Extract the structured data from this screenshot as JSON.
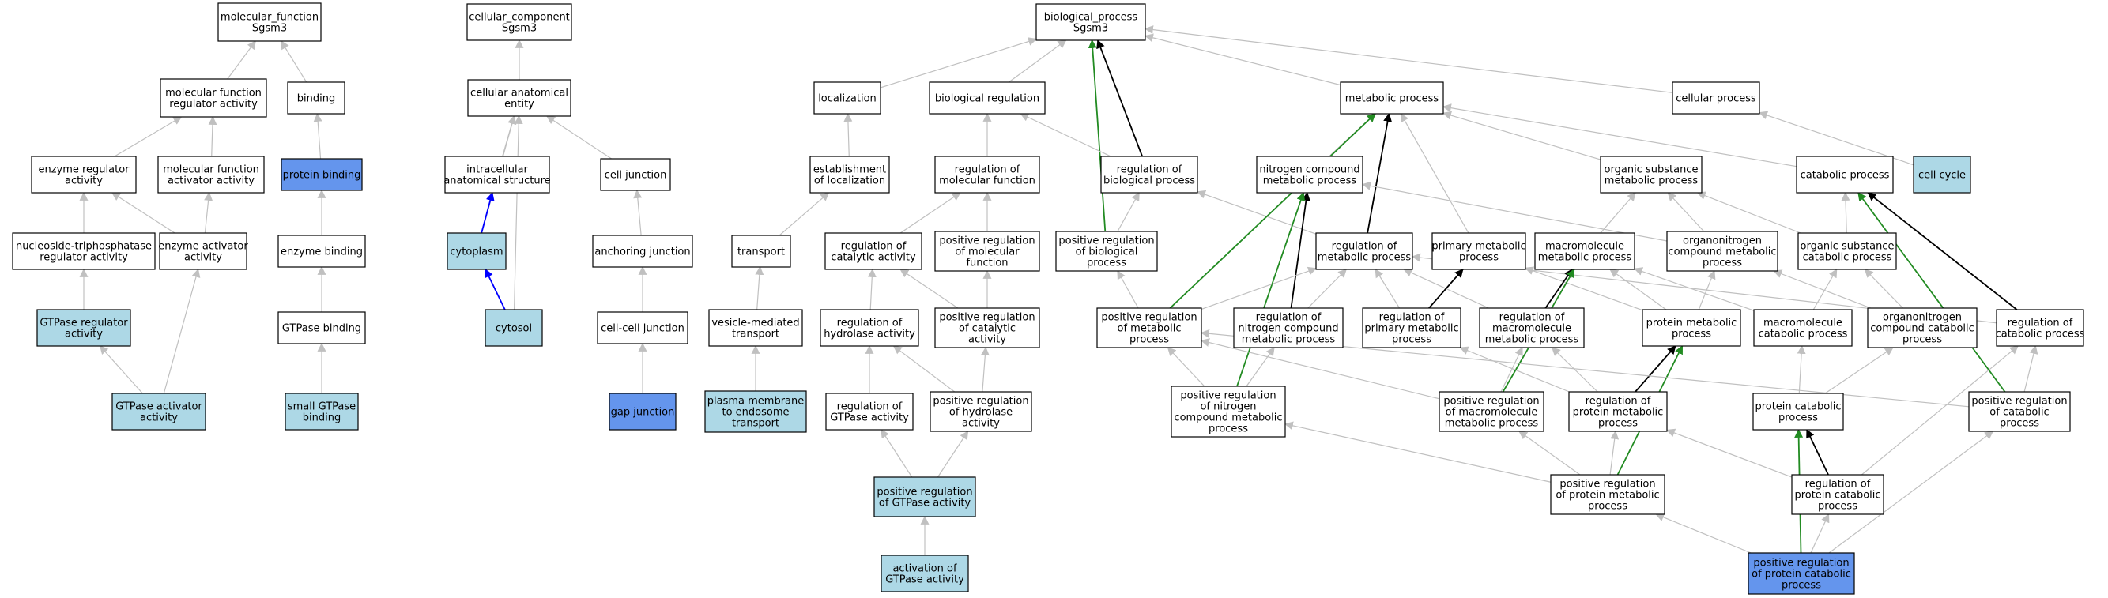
{
  "colors": {
    "white": "#ffffff",
    "light_blue": "#add8e6",
    "medium_blue": "#6495ed",
    "edge_gray": "#c0c0c0",
    "edge_black": "#000000",
    "edge_blue": "#0000ff",
    "edge_green": "#228b22"
  },
  "nodes": [
    {
      "id": "mf",
      "lines": [
        "molecular_function",
        "Sgsm3"
      ],
      "fill": "white"
    },
    {
      "id": "mfra",
      "lines": [
        "molecular function",
        "regulator activity"
      ],
      "fill": "white"
    },
    {
      "id": "binding",
      "lines": [
        "binding"
      ],
      "fill": "white"
    },
    {
      "id": "era",
      "lines": [
        "enzyme regulator",
        "activity"
      ],
      "fill": "white"
    },
    {
      "id": "mfaa",
      "lines": [
        "molecular function",
        "activator activity"
      ],
      "fill": "white"
    },
    {
      "id": "pb",
      "lines": [
        "protein binding"
      ],
      "fill": "medium_blue"
    },
    {
      "id": "ntpra",
      "lines": [
        "nucleoside-triphosphatase",
        "regulator activity"
      ],
      "fill": "white"
    },
    {
      "id": "eaa",
      "lines": [
        "enzyme activator",
        "activity"
      ],
      "fill": "white"
    },
    {
      "id": "eb",
      "lines": [
        "enzyme binding"
      ],
      "fill": "white"
    },
    {
      "id": "gtpra",
      "lines": [
        "GTPase regulator",
        "activity"
      ],
      "fill": "light_blue"
    },
    {
      "id": "gtpb",
      "lines": [
        "GTPase binding"
      ],
      "fill": "white"
    },
    {
      "id": "gtpaa",
      "lines": [
        "GTPase activator",
        "activity"
      ],
      "fill": "light_blue"
    },
    {
      "id": "sgtpb",
      "lines": [
        "small GTPase",
        "binding"
      ],
      "fill": "light_blue"
    },
    {
      "id": "cc",
      "lines": [
        "cellular_component",
        "Sgsm3"
      ],
      "fill": "white"
    },
    {
      "id": "cae",
      "lines": [
        "cellular anatomical",
        "entity"
      ],
      "fill": "white"
    },
    {
      "id": "ias",
      "lines": [
        "intracellular",
        "anatomical structure"
      ],
      "fill": "white"
    },
    {
      "id": "cj",
      "lines": [
        "cell junction"
      ],
      "fill": "white"
    },
    {
      "id": "cyto",
      "lines": [
        "cytoplasm"
      ],
      "fill": "light_blue"
    },
    {
      "id": "aj",
      "lines": [
        "anchoring junction"
      ],
      "fill": "white"
    },
    {
      "id": "cytosol",
      "lines": [
        "cytosol"
      ],
      "fill": "light_blue"
    },
    {
      "id": "ccj",
      "lines": [
        "cell-cell junction"
      ],
      "fill": "white"
    },
    {
      "id": "gj",
      "lines": [
        "gap junction"
      ],
      "fill": "medium_blue"
    },
    {
      "id": "bp",
      "lines": [
        "biological_process",
        "Sgsm3"
      ],
      "fill": "white"
    },
    {
      "id": "loc",
      "lines": [
        "localization"
      ],
      "fill": "white"
    },
    {
      "id": "breg",
      "lines": [
        "biological regulation"
      ],
      "fill": "white"
    },
    {
      "id": "metp",
      "lines": [
        "metabolic process"
      ],
      "fill": "white"
    },
    {
      "id": "cellp",
      "lines": [
        "cellular process"
      ],
      "fill": "white"
    },
    {
      "id": "eol",
      "lines": [
        "establishment",
        "of localization"
      ],
      "fill": "white"
    },
    {
      "id": "rmf",
      "lines": [
        "regulation of",
        "molecular function"
      ],
      "fill": "white"
    },
    {
      "id": "rbp",
      "lines": [
        "regulation of",
        "biological process"
      ],
      "fill": "white"
    },
    {
      "id": "ncmp",
      "lines": [
        "nitrogen compound",
        "metabolic process"
      ],
      "fill": "white"
    },
    {
      "id": "osmp",
      "lines": [
        "organic substance",
        "metabolic process"
      ],
      "fill": "white"
    },
    {
      "id": "catp",
      "lines": [
        "catabolic process"
      ],
      "fill": "white"
    },
    {
      "id": "cc2",
      "lines": [
        "cell cycle"
      ],
      "fill": "light_blue"
    },
    {
      "id": "transport",
      "lines": [
        "transport"
      ],
      "fill": "white"
    },
    {
      "id": "rca",
      "lines": [
        "regulation of",
        "catalytic activity"
      ],
      "fill": "white"
    },
    {
      "id": "prmf",
      "lines": [
        "positive regulation",
        "of molecular",
        "function"
      ],
      "fill": "white"
    },
    {
      "id": "prbp",
      "lines": [
        "positive regulation",
        "of biological",
        "process"
      ],
      "fill": "white"
    },
    {
      "id": "rmetp",
      "lines": [
        "regulation of",
        "metabolic process"
      ],
      "fill": "white"
    },
    {
      "id": "pmp",
      "lines": [
        "primary metabolic",
        "process"
      ],
      "fill": "white"
    },
    {
      "id": "mmp",
      "lines": [
        "macromolecule",
        "metabolic process"
      ],
      "fill": "white"
    },
    {
      "id": "oncmp",
      "lines": [
        "organonitrogen",
        "compound metabolic",
        "process"
      ],
      "fill": "white"
    },
    {
      "id": "oscp",
      "lines": [
        "organic substance",
        "catabolic process"
      ],
      "fill": "white"
    },
    {
      "id": "vmt",
      "lines": [
        "vesicle-mediated",
        "transport"
      ],
      "fill": "white"
    },
    {
      "id": "rha",
      "lines": [
        "regulation of",
        "hydrolase activity"
      ],
      "fill": "white"
    },
    {
      "id": "prca",
      "lines": [
        "positive regulation",
        "of catalytic",
        "activity"
      ],
      "fill": "white"
    },
    {
      "id": "prmetp",
      "lines": [
        "positive regulation",
        "of metabolic",
        "process"
      ],
      "fill": "white"
    },
    {
      "id": "rncmp",
      "lines": [
        "regulation of",
        "nitrogen compound",
        "metabolic process"
      ],
      "fill": "white"
    },
    {
      "id": "rpmp",
      "lines": [
        "regulation of",
        "primary metabolic",
        "process"
      ],
      "fill": "white"
    },
    {
      "id": "rmmp",
      "lines": [
        "regulation of",
        "macromolecule",
        "metabolic process"
      ],
      "fill": "white"
    },
    {
      "id": "protmp",
      "lines": [
        "protein metabolic",
        "process"
      ],
      "fill": "white"
    },
    {
      "id": "mcp",
      "lines": [
        "macromolecule",
        "catabolic process"
      ],
      "fill": "white"
    },
    {
      "id": "onccp",
      "lines": [
        "organonitrogen",
        "compound catabolic",
        "process"
      ],
      "fill": "white"
    },
    {
      "id": "rcatp",
      "lines": [
        "regulation of",
        "catabolic process"
      ],
      "fill": "white"
    },
    {
      "id": "pmtoe",
      "lines": [
        "plasma membrane",
        "to endosome",
        "transport"
      ],
      "fill": "light_blue"
    },
    {
      "id": "rgtpa",
      "lines": [
        "regulation of",
        "GTPase activity"
      ],
      "fill": "white"
    },
    {
      "id": "prha",
      "lines": [
        "positive regulation",
        "of hydrolase",
        "activity"
      ],
      "fill": "white"
    },
    {
      "id": "prncmp",
      "lines": [
        "positive regulation",
        "of nitrogen",
        "compound metabolic",
        "process"
      ],
      "fill": "white"
    },
    {
      "id": "prmmp",
      "lines": [
        "positive regulation",
        "of macromolecule",
        "metabolic process"
      ],
      "fill": "white"
    },
    {
      "id": "rprotmp",
      "lines": [
        "regulation of",
        "protein metabolic",
        "process"
      ],
      "fill": "white"
    },
    {
      "id": "protcp",
      "lines": [
        "protein catabolic",
        "process"
      ],
      "fill": "white"
    },
    {
      "id": "prcatp",
      "lines": [
        "positive regulation",
        "of catabolic",
        "process"
      ],
      "fill": "white"
    },
    {
      "id": "prgtpa",
      "lines": [
        "positive regulation",
        "of GTPase activity"
      ],
      "fill": "light_blue"
    },
    {
      "id": "prprotmp",
      "lines": [
        "positive regulation",
        "of protein metabolic",
        "process"
      ],
      "fill": "white"
    },
    {
      "id": "rprotcp",
      "lines": [
        "regulation of",
        "protein catabolic",
        "process"
      ],
      "fill": "white"
    },
    {
      "id": "agtpa",
      "lines": [
        "activation of",
        "GTPase activity"
      ],
      "fill": "light_blue"
    },
    {
      "id": "prprotcp",
      "lines": [
        "positive regulation",
        "of protein catabolic",
        "process"
      ],
      "fill": "medium_blue"
    }
  ],
  "edges": [
    {
      "from": "mfra",
      "to": "mf",
      "color": "edge_gray"
    },
    {
      "from": "binding",
      "to": "mf",
      "color": "edge_gray"
    },
    {
      "from": "era",
      "to": "mfra",
      "color": "edge_gray"
    },
    {
      "from": "mfaa",
      "to": "mfra",
      "color": "edge_gray"
    },
    {
      "from": "pb",
      "to": "binding",
      "color": "edge_gray"
    },
    {
      "from": "ntpra",
      "to": "era",
      "color": "edge_gray"
    },
    {
      "from": "eaa",
      "to": "era",
      "color": "edge_gray"
    },
    {
      "from": "eaa",
      "to": "mfaa",
      "color": "edge_gray"
    },
    {
      "from": "eb",
      "to": "pb",
      "color": "edge_gray"
    },
    {
      "from": "gtpra",
      "to": "ntpra",
      "color": "edge_gray"
    },
    {
      "from": "gtpb",
      "to": "eb",
      "color": "edge_gray"
    },
    {
      "from": "gtpaa",
      "to": "gtpra",
      "color": "edge_gray"
    },
    {
      "from": "gtpaa",
      "to": "eaa",
      "color": "edge_gray"
    },
    {
      "from": "sgtpb",
      "to": "gtpb",
      "color": "edge_gray"
    },
    {
      "from": "cae",
      "to": "cc",
      "color": "edge_gray"
    },
    {
      "from": "ias",
      "to": "cae",
      "color": "edge_gray"
    },
    {
      "from": "cj",
      "to": "cae",
      "color": "edge_gray"
    },
    {
      "from": "cyto",
      "to": "cae",
      "color": "edge_gray"
    },
    {
      "from": "cytosol",
      "to": "cae",
      "color": "edge_gray"
    },
    {
      "from": "cyto",
      "to": "ias",
      "color": "edge_blue"
    },
    {
      "from": "cytosol",
      "to": "cyto",
      "color": "edge_blue"
    },
    {
      "from": "aj",
      "to": "cj",
      "color": "edge_gray"
    },
    {
      "from": "ccj",
      "to": "aj",
      "color": "edge_gray"
    },
    {
      "from": "gj",
      "to": "ccj",
      "color": "edge_gray"
    },
    {
      "from": "loc",
      "to": "bp",
      "color": "edge_gray"
    },
    {
      "from": "breg",
      "to": "bp",
      "color": "edge_gray"
    },
    {
      "from": "metp",
      "to": "bp",
      "color": "edge_gray"
    },
    {
      "from": "cellp",
      "to": "bp",
      "color": "edge_gray"
    },
    {
      "from": "rbp",
      "to": "bp",
      "color": "edge_black"
    },
    {
      "from": "prbp",
      "to": "bp",
      "color": "edge_green"
    },
    {
      "from": "eol",
      "to": "loc",
      "color": "edge_gray"
    },
    {
      "from": "transport",
      "to": "eol",
      "color": "edge_gray"
    },
    {
      "from": "vmt",
      "to": "transport",
      "color": "edge_gray"
    },
    {
      "from": "pmtoe",
      "to": "vmt",
      "color": "edge_gray"
    },
    {
      "from": "rmf",
      "to": "breg",
      "color": "edge_gray"
    },
    {
      "from": "rbp",
      "to": "breg",
      "color": "edge_gray"
    },
    {
      "from": "rca",
      "to": "rmf",
      "color": "edge_gray"
    },
    {
      "from": "prmf",
      "to": "rmf",
      "color": "edge_gray"
    },
    {
      "from": "rha",
      "to": "rca",
      "color": "edge_gray"
    },
    {
      "from": "prca",
      "to": "rca",
      "color": "edge_gray"
    },
    {
      "from": "prca",
      "to": "prmf",
      "color": "edge_gray"
    },
    {
      "from": "rgtpa",
      "to": "rha",
      "color": "edge_gray"
    },
    {
      "from": "prha",
      "to": "rha",
      "color": "edge_gray"
    },
    {
      "from": "prha",
      "to": "prca",
      "color": "edge_gray"
    },
    {
      "from": "prgtpa",
      "to": "rgtpa",
      "color": "edge_gray"
    },
    {
      "from": "prgtpa",
      "to": "prha",
      "color": "edge_gray"
    },
    {
      "from": "agtpa",
      "to": "prgtpa",
      "color": "edge_gray"
    },
    {
      "from": "prbp",
      "to": "rbp",
      "color": "edge_gray"
    },
    {
      "from": "rmetp",
      "to": "rbp",
      "color": "edge_gray"
    },
    {
      "from": "prmetp",
      "to": "prbp",
      "color": "edge_gray"
    },
    {
      "from": "ncmp",
      "to": "metp",
      "color": "edge_gray"
    },
    {
      "from": "osmp",
      "to": "metp",
      "color": "edge_gray"
    },
    {
      "from": "catp",
      "to": "metp",
      "color": "edge_gray"
    },
    {
      "from": "pmp",
      "to": "metp",
      "color": "edge_gray"
    },
    {
      "from": "rmetp",
      "to": "metp",
      "color": "edge_black"
    },
    {
      "from": "prmetp",
      "to": "metp",
      "color": "edge_green"
    },
    {
      "from": "cc2",
      "to": "cellp",
      "color": "edge_gray"
    },
    {
      "from": "oncmp",
      "to": "ncmp",
      "color": "edge_gray"
    },
    {
      "from": "rncmp",
      "to": "ncmp",
      "color": "edge_black"
    },
    {
      "from": "prncmp",
      "to": "ncmp",
      "color": "edge_green"
    },
    {
      "from": "mmp",
      "to": "osmp",
      "color": "edge_gray"
    },
    {
      "from": "oncmp",
      "to": "osmp",
      "color": "edge_gray"
    },
    {
      "from": "oscp",
      "to": "osmp",
      "color": "edge_gray"
    },
    {
      "from": "oscp",
      "to": "catp",
      "color": "edge_gray"
    },
    {
      "from": "rcatp",
      "to": "catp",
      "color": "edge_black"
    },
    {
      "from": "prcatp",
      "to": "catp",
      "color": "edge_green"
    },
    {
      "from": "rncmp",
      "to": "rmetp",
      "color": "edge_gray"
    },
    {
      "from": "rpmp",
      "to": "rmetp",
      "color": "edge_gray"
    },
    {
      "from": "rmmp",
      "to": "rmetp",
      "color": "edge_gray"
    },
    {
      "from": "prmetp",
      "to": "rmetp",
      "color": "edge_gray"
    },
    {
      "from": "rcatp",
      "to": "rmetp",
      "color": "edge_gray"
    },
    {
      "from": "rpmp",
      "to": "pmp",
      "color": "edge_black"
    },
    {
      "from": "protmp",
      "to": "pmp",
      "color": "edge_gray"
    },
    {
      "from": "rmmp",
      "to": "mmp",
      "color": "edge_black"
    },
    {
      "from": "prmmp",
      "to": "mmp",
      "color": "edge_green"
    },
    {
      "from": "protmp",
      "to": "mmp",
      "color": "edge_gray"
    },
    {
      "from": "mcp",
      "to": "mmp",
      "color": "edge_gray"
    },
    {
      "from": "protmp",
      "to": "oncmp",
      "color": "edge_gray"
    },
    {
      "from": "onccp",
      "to": "oncmp",
      "color": "edge_gray"
    },
    {
      "from": "mcp",
      "to": "oscp",
      "color": "edge_gray"
    },
    {
      "from": "onccp",
      "to": "oscp",
      "color": "edge_gray"
    },
    {
      "from": "prncmp",
      "to": "prmetp",
      "color": "edge_gray"
    },
    {
      "from": "prncmp",
      "to": "rncmp",
      "color": "edge_gray"
    },
    {
      "from": "prmmp",
      "to": "rmmp",
      "color": "edge_gray"
    },
    {
      "from": "prmmp",
      "to": "prmetp",
      "color": "edge_gray"
    },
    {
      "from": "rprotmp",
      "to": "rpmp",
      "color": "edge_gray"
    },
    {
      "from": "rprotmp",
      "to": "rmmp",
      "color": "edge_gray"
    },
    {
      "from": "rprotmp",
      "to": "protmp",
      "color": "edge_black"
    },
    {
      "from": "prprotmp",
      "to": "protmp",
      "color": "edge_green"
    },
    {
      "from": "protcp",
      "to": "mcp",
      "color": "edge_gray"
    },
    {
      "from": "protcp",
      "to": "onccp",
      "color": "edge_gray"
    },
    {
      "from": "prcatp",
      "to": "prmetp",
      "color": "edge_gray"
    },
    {
      "from": "prcatp",
      "to": "rcatp",
      "color": "edge_gray"
    },
    {
      "from": "rprotcp",
      "to": "rcatp",
      "color": "edge_gray"
    },
    {
      "from": "rprotcp",
      "to": "rprotmp",
      "color": "edge_gray"
    },
    {
      "from": "rprotcp",
      "to": "protcp",
      "color": "edge_black"
    },
    {
      "from": "prprotmp",
      "to": "rprotmp",
      "color": "edge_gray"
    },
    {
      "from": "prprotmp",
      "to": "prmmp",
      "color": "edge_gray"
    },
    {
      "from": "prprotmp",
      "to": "prncmp",
      "color": "edge_gray"
    },
    {
      "from": "prprotcp",
      "to": "prprotmp",
      "color": "edge_gray"
    },
    {
      "from": "prprotcp",
      "to": "rprotcp",
      "color": "edge_gray"
    },
    {
      "from": "prprotcp",
      "to": "prcatp",
      "color": "edge_gray"
    },
    {
      "from": "prprotcp",
      "to": "protcp",
      "color": "edge_green"
    }
  ]
}
